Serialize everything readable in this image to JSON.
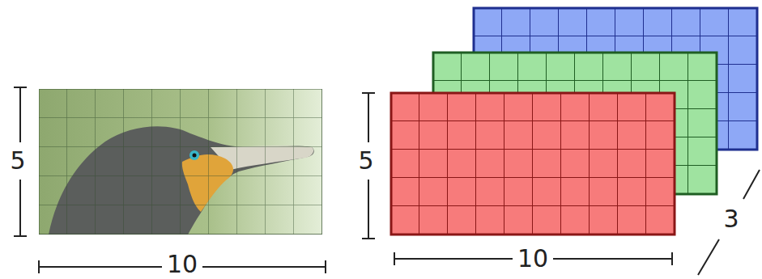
{
  "diagram": {
    "labels": [
      "5",
      "10",
      "5",
      "10",
      "3"
    ]
  }
}
